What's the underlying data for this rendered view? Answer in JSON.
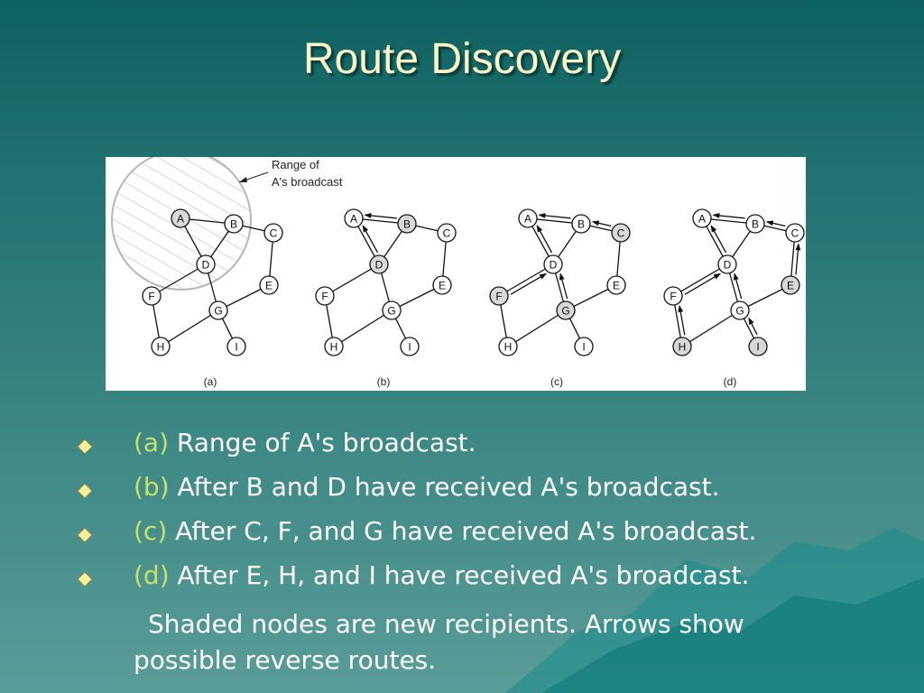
{
  "slide": {
    "title": "Route Discovery"
  },
  "figure": {
    "callout": [
      "Range of",
      "A's broadcast"
    ],
    "panels": [
      {
        "label": "(a)",
        "shaded": [
          "A"
        ]
      },
      {
        "label": "(b)",
        "shaded": [
          "B",
          "D"
        ]
      },
      {
        "label": "(c)",
        "shaded": [
          "C",
          "F",
          "G"
        ]
      },
      {
        "label": "(d)",
        "shaded": [
          "E",
          "H",
          "I"
        ]
      }
    ],
    "nodes": [
      "A",
      "B",
      "C",
      "D",
      "E",
      "F",
      "G",
      "H",
      "I"
    ],
    "edges": [
      [
        "A",
        "B"
      ],
      [
        "A",
        "D"
      ],
      [
        "B",
        "D"
      ],
      [
        "B",
        "C"
      ],
      [
        "C",
        "E"
      ],
      [
        "D",
        "F"
      ],
      [
        "D",
        "G"
      ],
      [
        "E",
        "G"
      ],
      [
        "F",
        "H"
      ],
      [
        "G",
        "H"
      ],
      [
        "G",
        "I"
      ]
    ],
    "reverse_route_arrows": [
      [],
      [
        [
          "B",
          "A"
        ],
        [
          "D",
          "A"
        ]
      ],
      [
        [
          "B",
          "A"
        ],
        [
          "D",
          "A"
        ],
        [
          "C",
          "B"
        ],
        [
          "F",
          "D"
        ],
        [
          "G",
          "D"
        ]
      ],
      [
        [
          "B",
          "A"
        ],
        [
          "D",
          "A"
        ],
        [
          "C",
          "B"
        ],
        [
          "F",
          "D"
        ],
        [
          "G",
          "D"
        ],
        [
          "E",
          "C"
        ],
        [
          "H",
          "F"
        ],
        [
          "I",
          "G"
        ]
      ]
    ]
  },
  "bullets": [
    {
      "tag": "(a)",
      "text": " Range of A's broadcast."
    },
    {
      "tag": "(b)",
      "text": " After B and D have received A's broadcast."
    },
    {
      "tag": "(c)",
      "text": " After C, F, and G have received A's broadcast."
    },
    {
      "tag": "(d)",
      "text": " After E, H, and I have received A's broadcast."
    }
  ],
  "note": {
    "line1": "Shaded nodes are new recipients.  Arrows show",
    "line2": "possible reverse routes."
  },
  "colors": {
    "accent_tag": "#c6e06b",
    "title": "#fbf6c6",
    "bullet_diamond": "#f3ef9c"
  }
}
